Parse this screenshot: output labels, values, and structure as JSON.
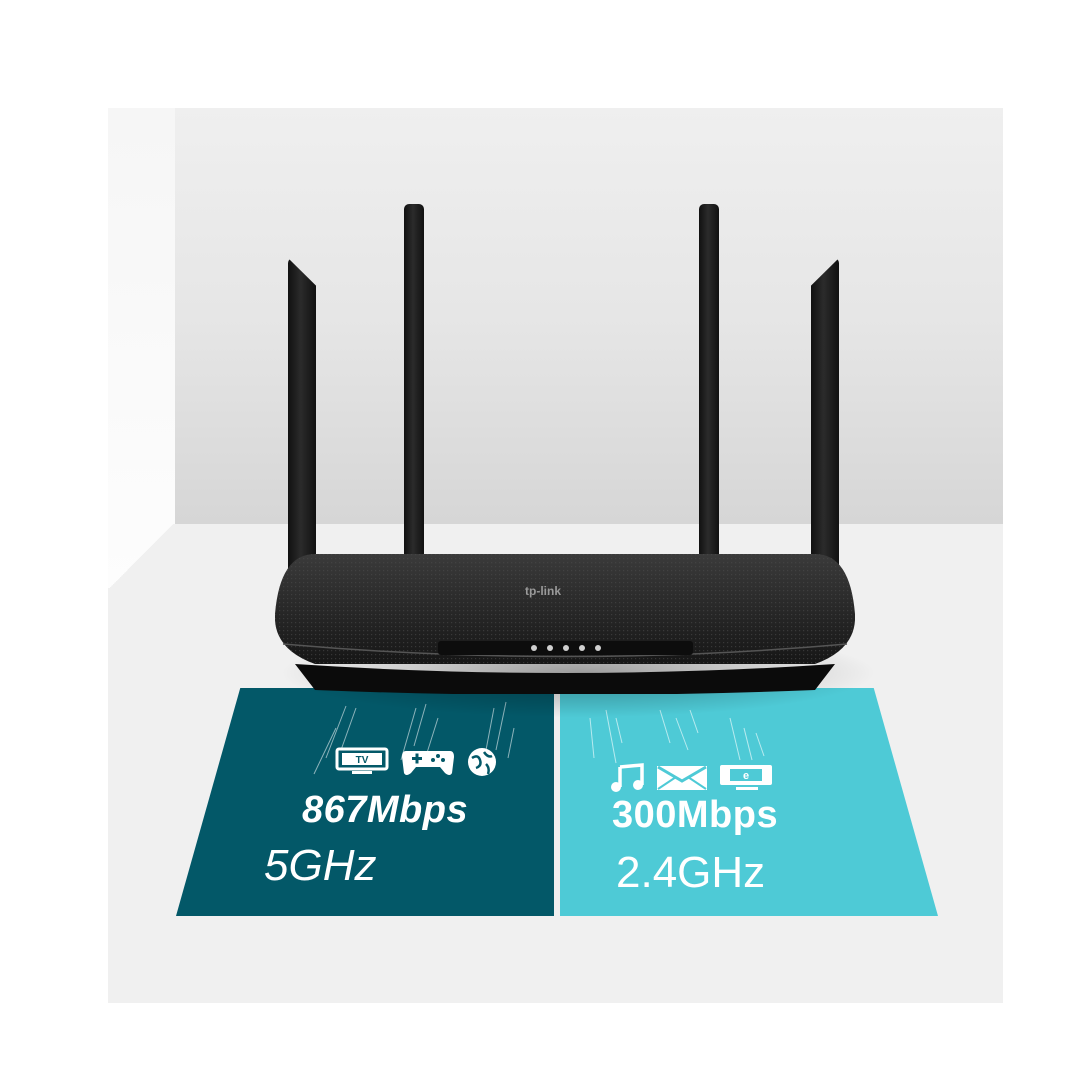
{
  "product": {
    "brand_logo": "tp-link",
    "led_indicators": [
      "power-icon",
      "wan-icon",
      "lan-icon",
      "wifi-icon",
      "wps-icon"
    ]
  },
  "bands": [
    {
      "id": "5ghz",
      "speed": "867Mbps",
      "band": "5GHz",
      "color": "#035868",
      "icons": [
        "tv-icon",
        "gamepad-icon",
        "globe-icon"
      ]
    },
    {
      "id": "2_4ghz",
      "speed": "300Mbps",
      "band": "2.4GHz",
      "color": "#4ecad6",
      "icons": [
        "music-note-icon",
        "envelope-icon",
        "browser-monitor-icon"
      ]
    }
  ]
}
